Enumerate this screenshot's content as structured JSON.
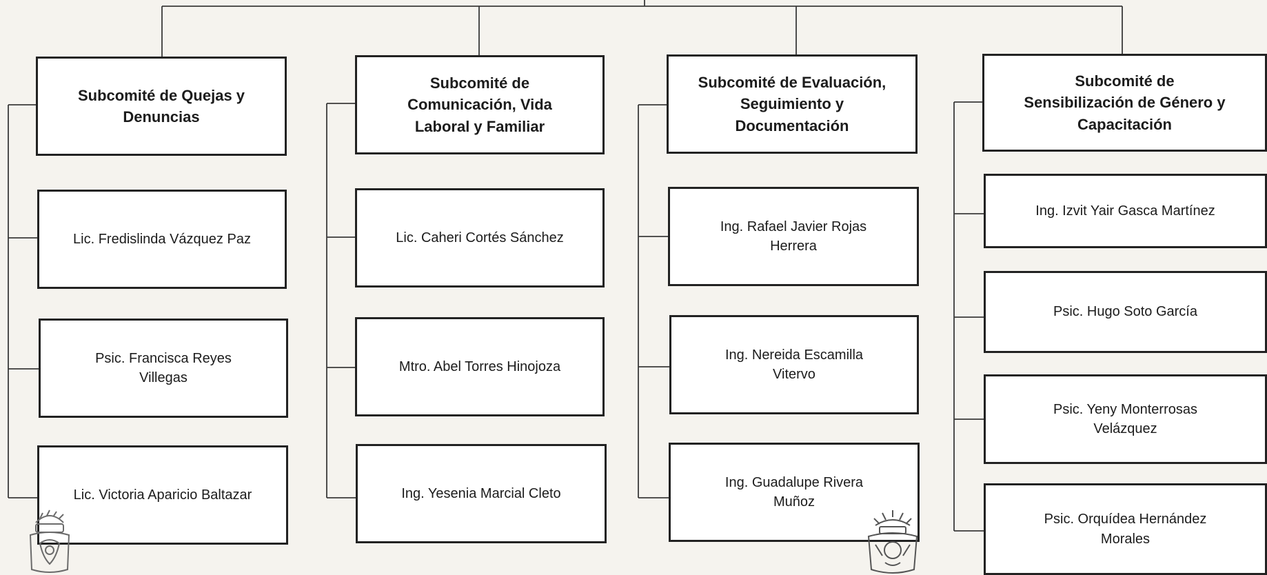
{
  "subcommittees": [
    {
      "title": "Subcomité de Quejas y\nDenuncias",
      "members": [
        "Lic. Fredislinda Vázquez Paz",
        "Psic. Francisca Reyes\nVillegas",
        "Lic. Victoria Aparicio Baltazar"
      ]
    },
    {
      "title": "Subcomité de\nComunicación, Vida\nLaboral y Familiar",
      "members": [
        "Lic. Caheri Cortés Sánchez",
        "Mtro. Abel Torres Hinojoza",
        "Ing. Yesenia Marcial Cleto"
      ]
    },
    {
      "title": "Subcomité de Evaluación,\nSeguimiento y\nDocumentación",
      "members": [
        "Ing. Rafael Javier Rojas\nHerrera",
        "Ing. Nereida Escamilla\nVitervo",
        "Ing. Guadalupe Rivera\nMuñoz"
      ]
    },
    {
      "title": "Subcomité de\nSensibilización de Género y\nCapacitación",
      "members": [
        "Ing. Izvit Yair  Gasca Martínez",
        "Psic. Hugo Soto García",
        "Psic. Yeny Monterrosas\nVelázquez",
        "Psic. Orquídea Hernández\nMorales"
      ]
    }
  ],
  "colors": {
    "line": "#3a3a3a",
    "box_border": "#222222",
    "paper": "#f5f3ee"
  },
  "decorations": [
    "seal-icon-left",
    "seal-icon-right"
  ]
}
